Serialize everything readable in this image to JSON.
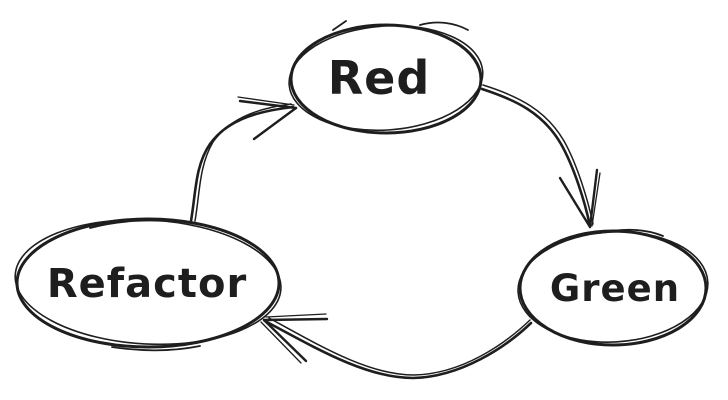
{
  "diagram": {
    "type": "flow-cycle",
    "nodes": [
      {
        "id": "red",
        "label": "Red",
        "shape": "ellipse",
        "position": "top-center"
      },
      {
        "id": "green",
        "label": "Green",
        "shape": "ellipse",
        "position": "bottom-right"
      },
      {
        "id": "refactor",
        "label": "Refactor",
        "shape": "ellipse",
        "position": "bottom-left"
      }
    ],
    "edges": [
      {
        "from": "refactor",
        "to": "red",
        "style": "sketchy-curved-arrow"
      },
      {
        "from": "red",
        "to": "green",
        "style": "sketchy-curved-arrow"
      },
      {
        "from": "green",
        "to": "refactor",
        "style": "sketchy-curved-arrow"
      }
    ],
    "colors": {
      "ink": "#1e1e1e",
      "background": "#ffffff",
      "node_fill": "#ffffff"
    }
  }
}
